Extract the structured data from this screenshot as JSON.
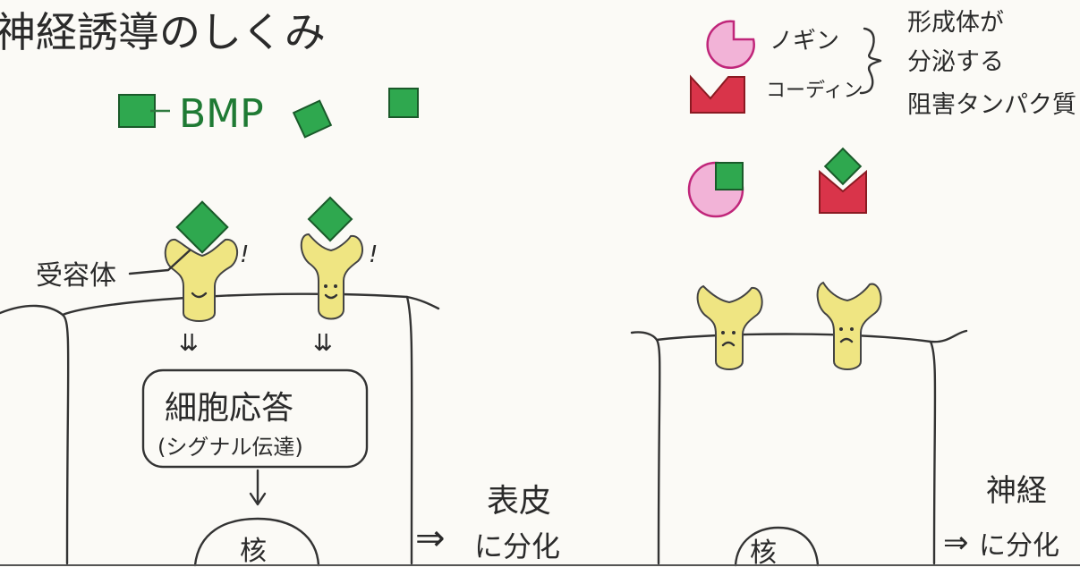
{
  "title": "神経誘導のしくみ",
  "bmp_label": "BMP",
  "receptor_label": "受容体",
  "exclaim": "!",
  "response_box": {
    "line1": "細胞応答",
    "line2": "(シグナル伝達)"
  },
  "nucleus_label": "核",
  "left_result": {
    "line1": "表皮",
    "line2": "に分化"
  },
  "right_result": {
    "line1": "神経",
    "line2": "に分化"
  },
  "inhibitors": {
    "noggin": "ノギン",
    "chordin": "コーディン",
    "note_line1": "形成体が",
    "note_line2": "分泌する",
    "note_line3": "阻害タンパク質"
  },
  "colors": {
    "bmp_green": "#2fa84f",
    "receptor_yellow": "#efe582",
    "noggin_pink": "#f2b3d7",
    "chordin_red": "#d9344a"
  }
}
